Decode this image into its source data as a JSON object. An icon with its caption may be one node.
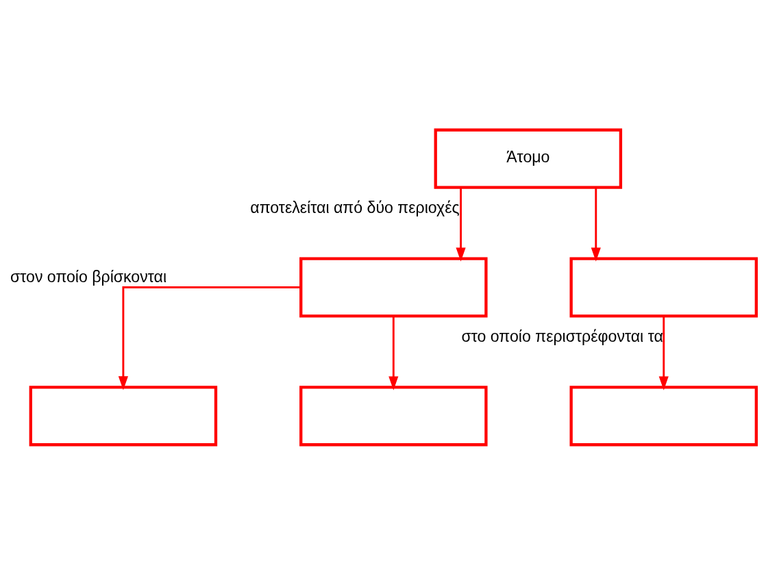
{
  "diagram": {
    "nodes": [
      {
        "text": [
          "Άτομο"
        ]
      },
      {
        "text": [],
        "shape": "box"
      },
      {
        "text": [],
        "shape": "box"
      },
      {
        "text": [],
        "shape": "box"
      },
      {
        "text": [],
        "shape": "box"
      },
      {
        "text": [],
        "shape": "box"
      }
    ],
    "edges": [
      {
        "from": 0,
        "to": 1,
        "arrow": "to",
        "label": "αποτελείται από δύο περιοχές"
      },
      {
        "from": 0,
        "to": 2,
        "arrow": "to"
      },
      {
        "from": 1,
        "to": 3,
        "arrow": "to",
        "label": "στον οποίο βρίσκονται"
      },
      {
        "from": 1,
        "to": 4,
        "arrow": "to"
      },
      {
        "from": 2,
        "to": 5,
        "arrow": "to",
        "label": "στο οποίο περιστρέφονται τα"
      }
    ]
  }
}
